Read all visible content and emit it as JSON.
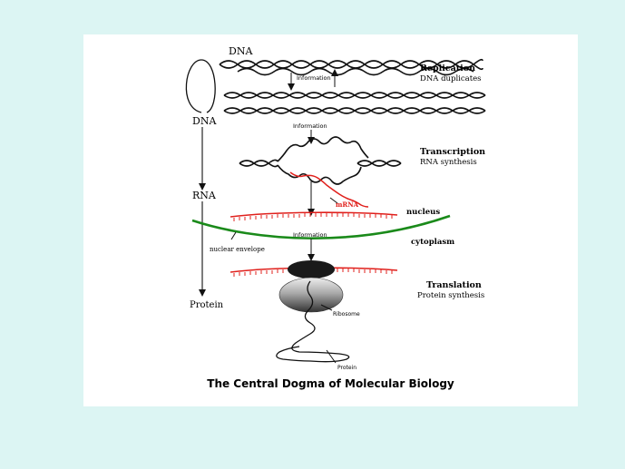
{
  "caption": "The Central Dogma of Molecular Biology",
  "labels": {
    "dna_top": "DNA",
    "dna_left": "DNA",
    "rna_left": "RNA",
    "protein_left": "Protein",
    "information_1": "Information",
    "information_2": "Information",
    "information_3": "Information",
    "replication": "Replication",
    "replication_sub": "DNA duplicates",
    "transcription": "Transcription",
    "transcription_sub": "RNA synthesis",
    "mrna": "mRNA",
    "nucleus": "nucleus",
    "nuclear_envelope": "nuclear envelope",
    "cytoplasm": "cytoplasm",
    "translation": "Translation",
    "translation_sub": "Protein synthesis",
    "ribosome": "Ribosome",
    "protein_bottom": "Protein"
  },
  "colors": {
    "background": "#dcf5f3",
    "card": "#ffffff",
    "mrna": "#e0201c",
    "envelope": "#1a8a1a",
    "ink": "#111111"
  }
}
